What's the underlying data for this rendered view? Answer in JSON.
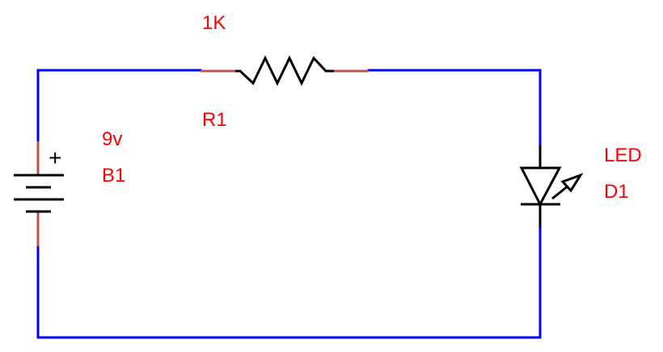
{
  "diagram": {
    "type": "circuit-schematic",
    "colors": {
      "wire": "#0000ff",
      "pin": "#c05050",
      "symbol": "#000000",
      "label": "#ff0000"
    },
    "components": [
      {
        "id": "battery",
        "designator": "B1",
        "value": "9v",
        "polarity_mark": "+"
      },
      {
        "id": "resistor",
        "designator": "R1",
        "value": "1K"
      },
      {
        "id": "led",
        "designator": "D1",
        "value": "LED"
      }
    ]
  },
  "labels": {
    "battery_value": "9v",
    "battery_designator": "B1",
    "battery_plus": "+",
    "resistor_value": "1K",
    "resistor_designator": "R1",
    "led_value": "LED",
    "led_designator": "D1"
  }
}
